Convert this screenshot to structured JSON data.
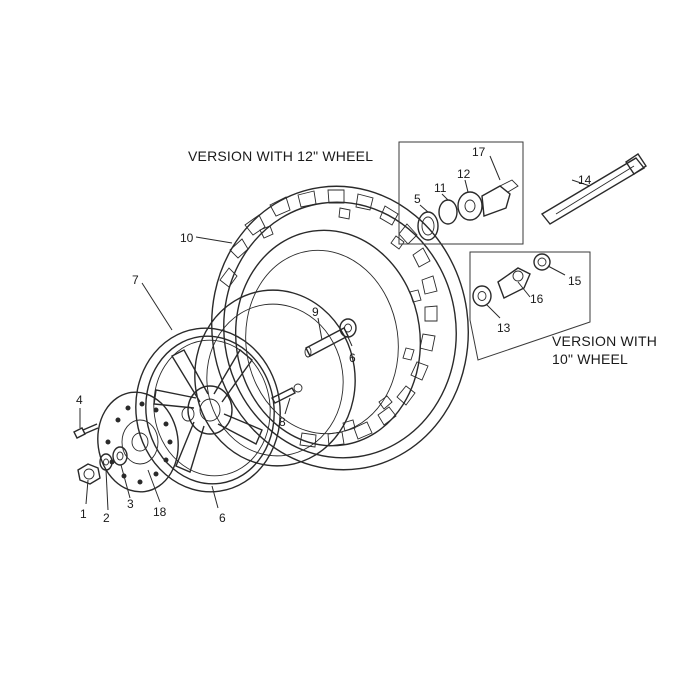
{
  "captions": {
    "version_12": "VERSION WITH 12\" WHEEL",
    "version_10_line1": "VERSION WITH",
    "version_10_line2": "10\" WHEEL"
  },
  "callouts": {
    "c1": "1",
    "c2": "2",
    "c3": "3",
    "c4": "4",
    "c5": "5",
    "c6a": "6",
    "c6b": "6",
    "c7": "7",
    "c8": "8",
    "c9": "9",
    "c10": "10",
    "c11": "11",
    "c12": "12",
    "c13": "13",
    "c14": "14",
    "c15": "15",
    "c16": "16",
    "c17": "17",
    "c18": "18"
  }
}
